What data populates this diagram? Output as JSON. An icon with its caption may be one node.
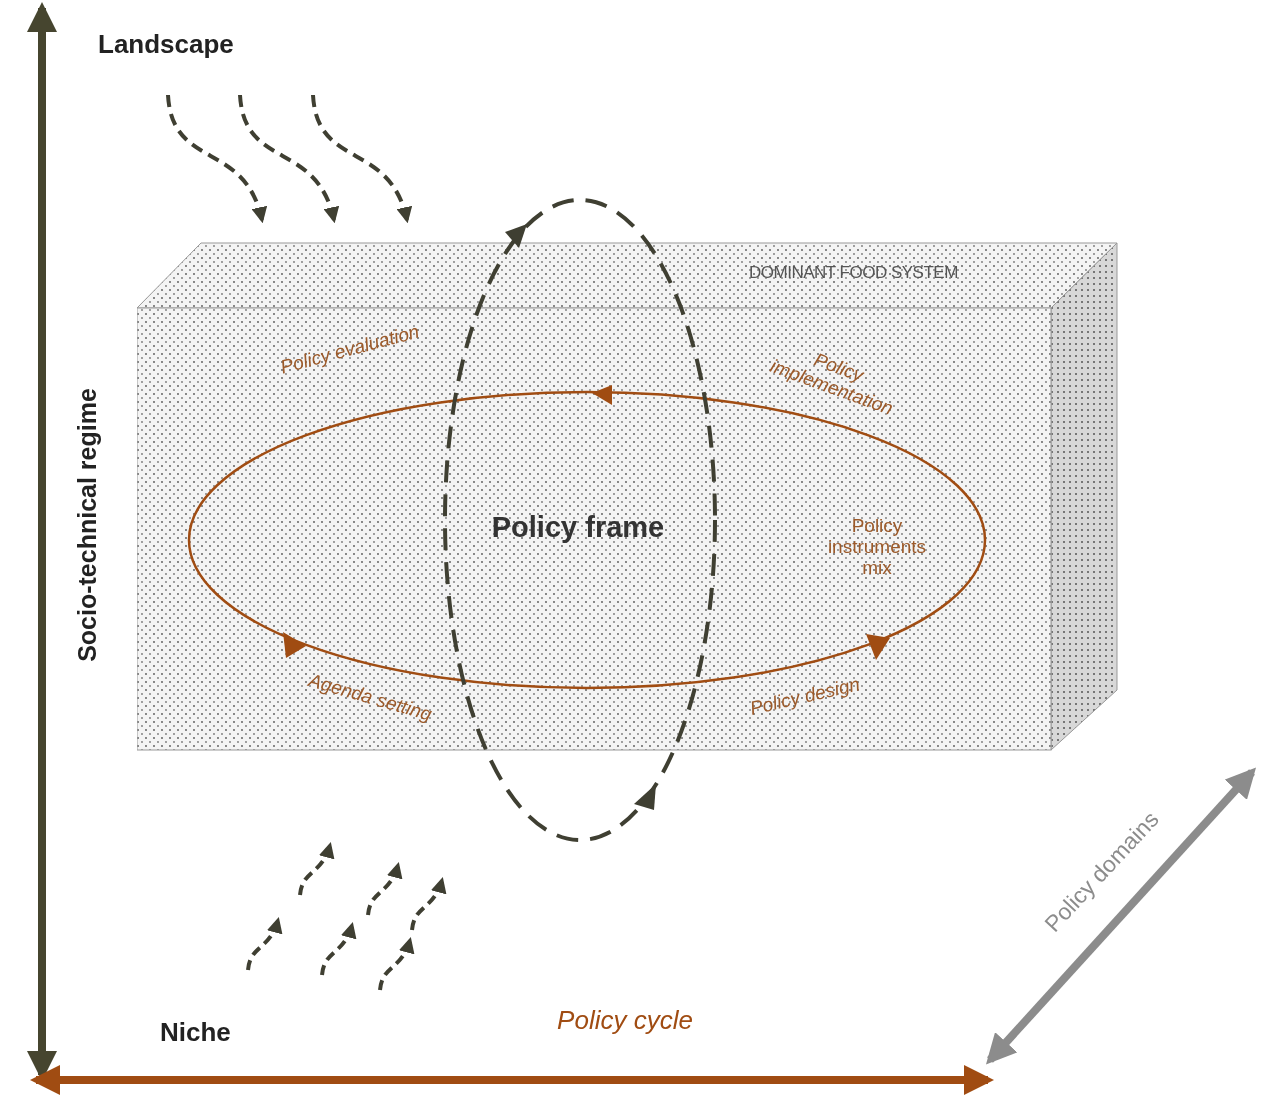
{
  "diagram": {
    "nodes": [
      {
        "text": [
          "DOMINANT FOOD SYSTEM"
        ]
      }
    ],
    "labels": [
      "Landscape",
      "Socio-technical regime",
      "Policy evaluation",
      "Policy implementation",
      "Policy frame",
      "Policy instruments mix",
      "Agenda setting",
      "Policy design",
      "Policy domains",
      "Niche",
      "Policy cycle"
    ]
  }
}
